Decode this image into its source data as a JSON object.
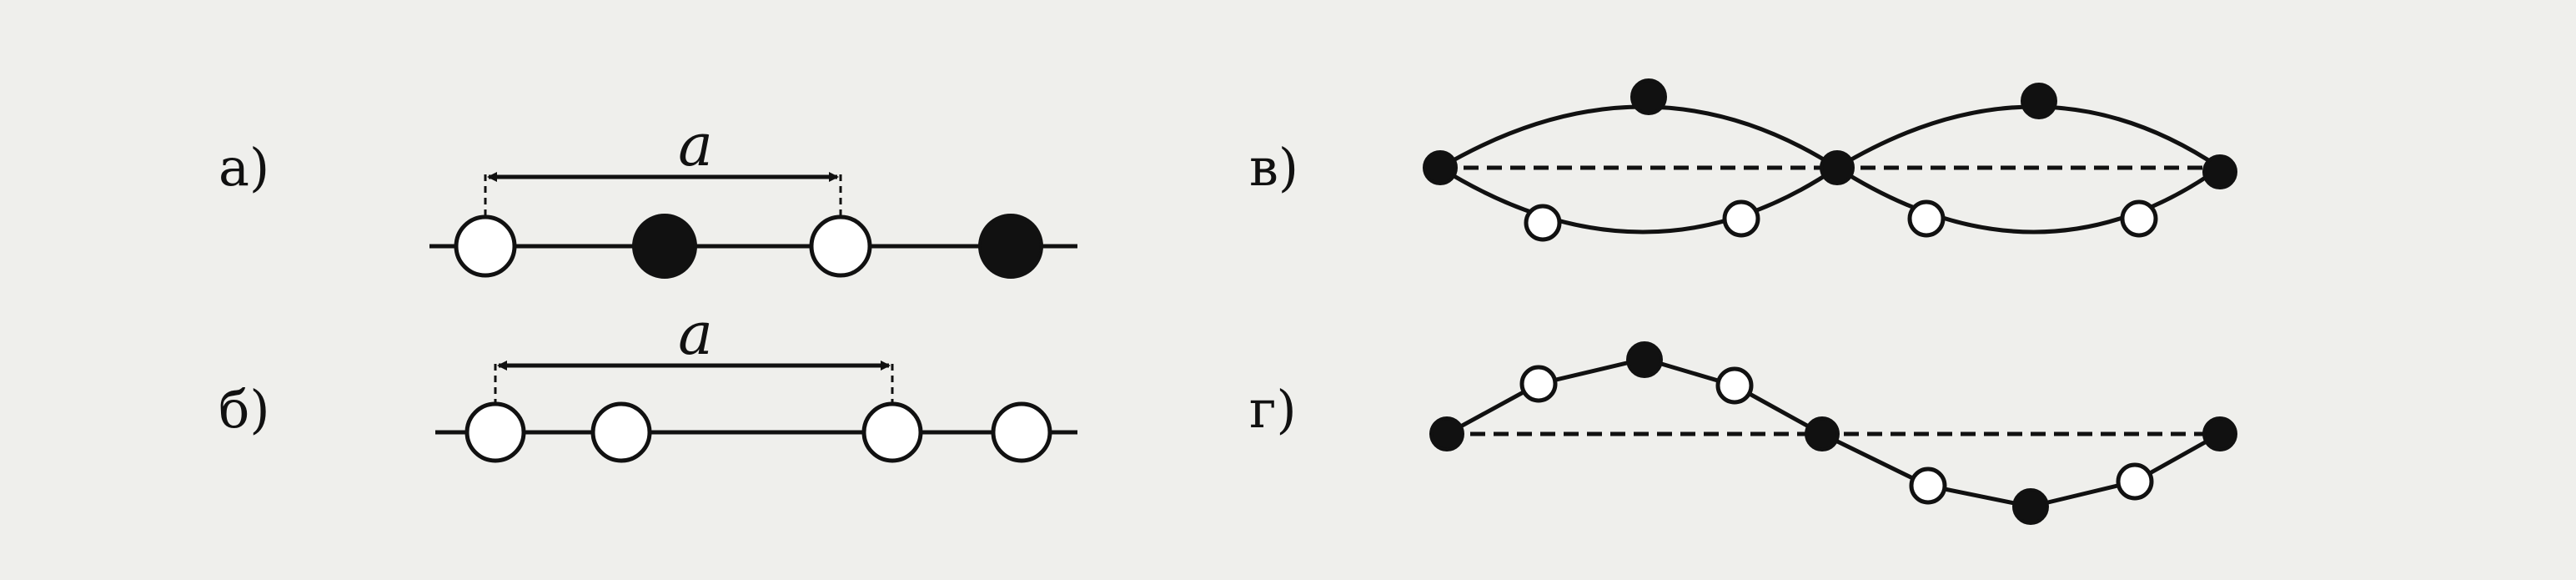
{
  "panels": {
    "a": {
      "label": "а)",
      "period_label": "a"
    },
    "b": {
      "label": "б)",
      "period_label": "a"
    },
    "v": {
      "label": "в)"
    },
    "g": {
      "label": "г)"
    }
  },
  "colors": {
    "background": "#efefec",
    "ink": "#111111",
    "open_atom_fill": "#ffffff"
  }
}
